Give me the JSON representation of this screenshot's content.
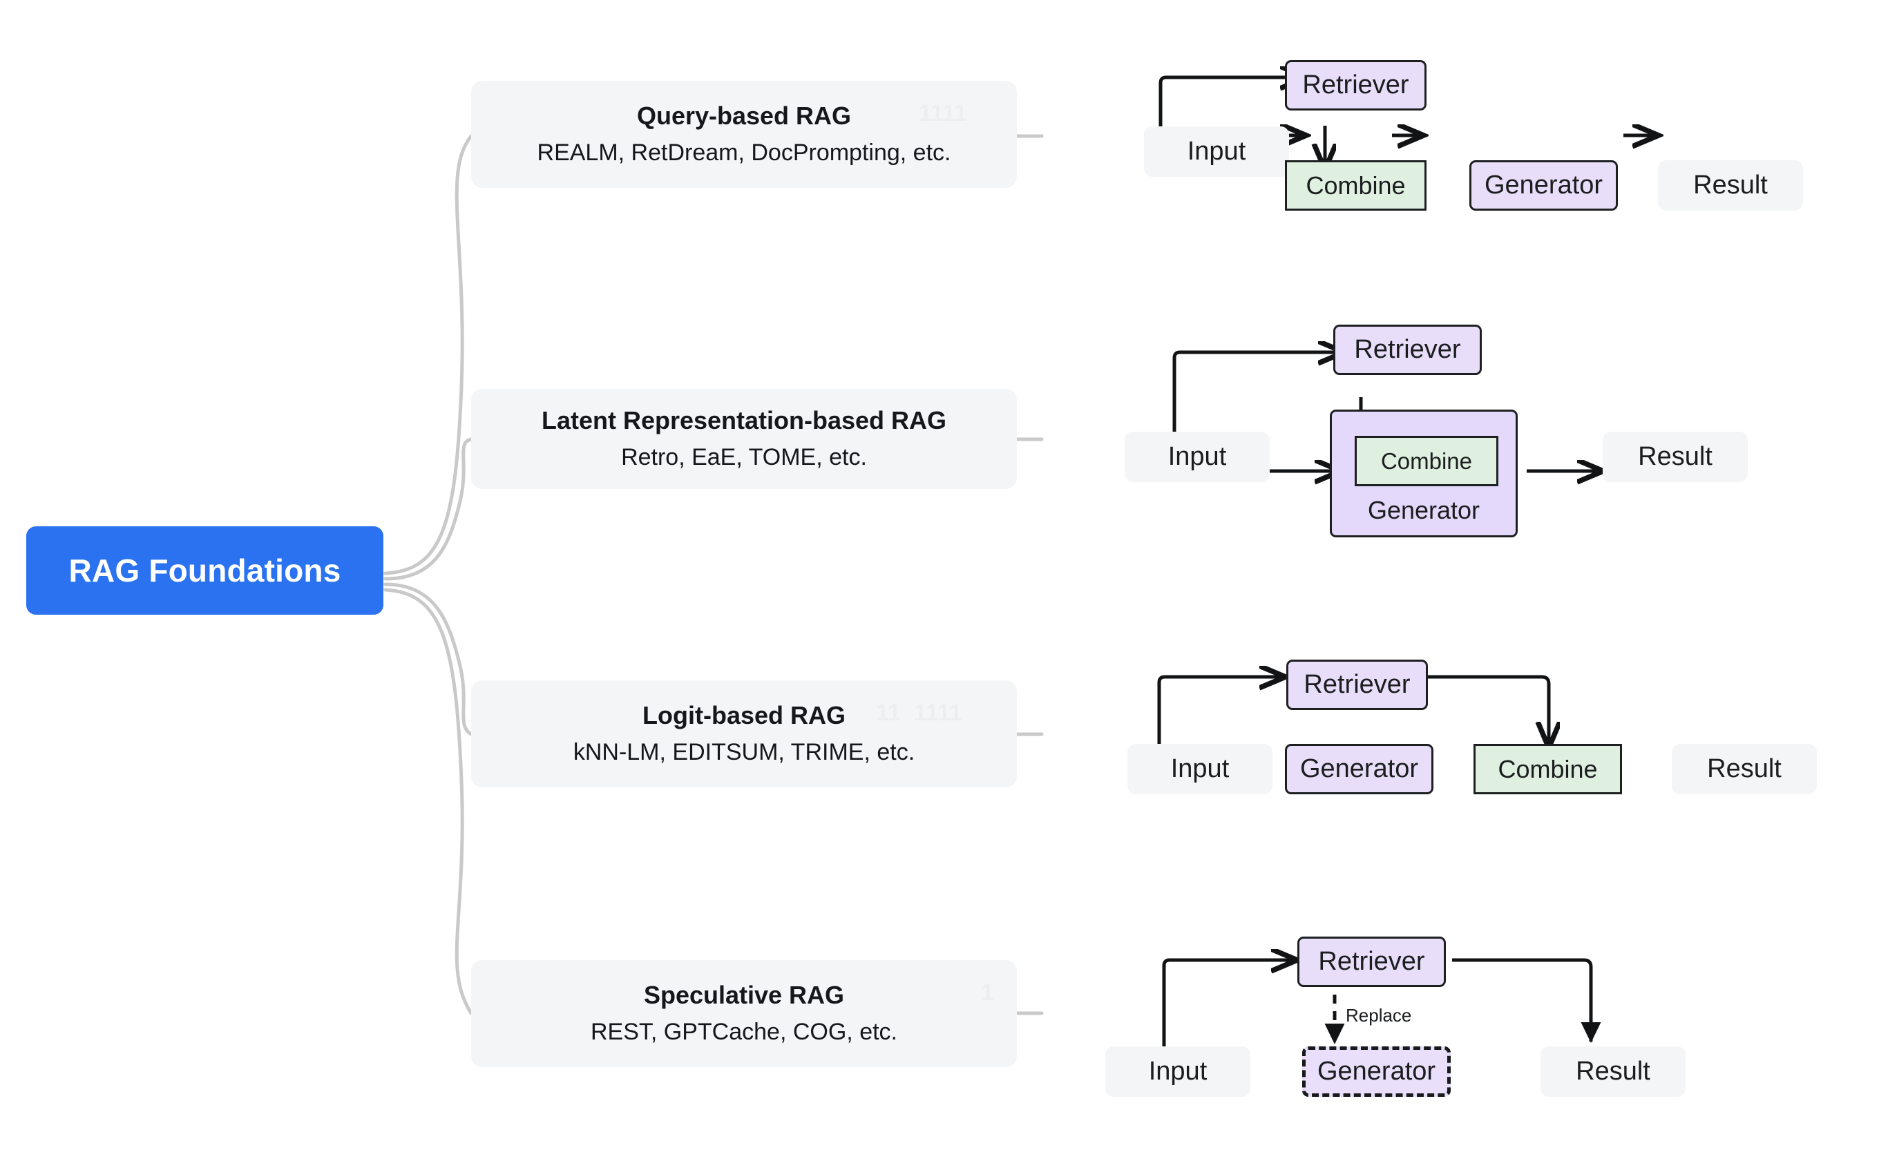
{
  "root": {
    "label": "RAG Foundations",
    "color": "#2a72ef",
    "text_color": "#ffffff"
  },
  "palette": {
    "card_bg": "#f4f5f7",
    "pill_bg": "#f4f5f6",
    "retriever_fill": "#e9defa",
    "generator_fill": "#e9defa",
    "generator_container_fill": "#e4d8fb",
    "combine_fill": "#dff0e0",
    "stroke": "#1d1f21",
    "connector": "#c9c9c9"
  },
  "branches": [
    {
      "title": "Query-based RAG",
      "subtitle": "REALM, RetDream, DocPrompting, etc.",
      "ghost": "1111",
      "diagram": {
        "nodes": [
          {
            "name": "input",
            "label": "Input",
            "style": "pill"
          },
          {
            "name": "retriever",
            "label": "Retriever",
            "style": "purple"
          },
          {
            "name": "combine",
            "label": "Combine",
            "style": "green"
          },
          {
            "name": "generator",
            "label": "Generator",
            "style": "purple"
          },
          {
            "name": "result",
            "label": "Result",
            "style": "pill"
          }
        ],
        "edges": [
          {
            "from": "input",
            "to": "retriever",
            "kind": "solid"
          },
          {
            "from": "retriever",
            "to": "combine",
            "kind": "solid"
          },
          {
            "from": "input",
            "to": "combine",
            "kind": "solid"
          },
          {
            "from": "combine",
            "to": "generator",
            "kind": "solid"
          },
          {
            "from": "generator",
            "to": "result",
            "kind": "solid"
          }
        ]
      }
    },
    {
      "title": "Latent Representation-based RAG",
      "subtitle": "Retro, EaE, TOME, etc.",
      "ghost": "",
      "diagram": {
        "nodes": [
          {
            "name": "input",
            "label": "Input",
            "style": "pill"
          },
          {
            "name": "retriever",
            "label": "Retriever",
            "style": "purple"
          },
          {
            "name": "generator",
            "label": "Generator",
            "style": "generator-container"
          },
          {
            "name": "combine",
            "label": "Combine",
            "style": "green",
            "nested_in": "generator"
          },
          {
            "name": "result",
            "label": "Result",
            "style": "pill"
          }
        ],
        "edges": [
          {
            "from": "input",
            "to": "retriever",
            "kind": "solid"
          },
          {
            "from": "retriever",
            "to": "combine",
            "kind": "solid"
          },
          {
            "from": "input",
            "to": "combine",
            "kind": "solid"
          },
          {
            "from": "combine",
            "to": "result",
            "kind": "solid"
          }
        ]
      }
    },
    {
      "title": "Logit-based RAG",
      "subtitle": "kNN-LM, EDITSUM, TRIME, etc.",
      "ghost": "11  1111",
      "diagram": {
        "nodes": [
          {
            "name": "input",
            "label": "Input",
            "style": "pill"
          },
          {
            "name": "retriever",
            "label": "Retriever",
            "style": "purple"
          },
          {
            "name": "generator",
            "label": "Generator",
            "style": "purple"
          },
          {
            "name": "combine",
            "label": "Combine",
            "style": "green"
          },
          {
            "name": "result",
            "label": "Result",
            "style": "pill"
          }
        ],
        "edges": [
          {
            "from": "input",
            "to": "retriever",
            "kind": "solid"
          },
          {
            "from": "retriever",
            "to": "combine",
            "kind": "solid"
          },
          {
            "from": "input",
            "to": "generator",
            "kind": "solid"
          },
          {
            "from": "generator",
            "to": "combine",
            "kind": "solid"
          },
          {
            "from": "combine",
            "to": "result",
            "kind": "solid"
          }
        ]
      }
    },
    {
      "title": "Speculative RAG",
      "subtitle": "REST, GPTCache, COG, etc.",
      "ghost": "1",
      "diagram": {
        "nodes": [
          {
            "name": "input",
            "label": "Input",
            "style": "pill"
          },
          {
            "name": "retriever",
            "label": "Retriever",
            "style": "purple"
          },
          {
            "name": "generator",
            "label": "Generator",
            "style": "purple-dashed"
          },
          {
            "name": "result",
            "label": "Result",
            "style": "pill"
          }
        ],
        "edges": [
          {
            "from": "input",
            "to": "retriever",
            "kind": "solid"
          },
          {
            "from": "retriever",
            "to": "generator",
            "kind": "dashed",
            "label": "Replace"
          },
          {
            "from": "retriever",
            "to": "result",
            "kind": "solid"
          },
          {
            "from": "input",
            "to": "generator",
            "kind": "dotted"
          },
          {
            "from": "generator",
            "to": "result",
            "kind": "dotted"
          }
        ]
      }
    }
  ]
}
